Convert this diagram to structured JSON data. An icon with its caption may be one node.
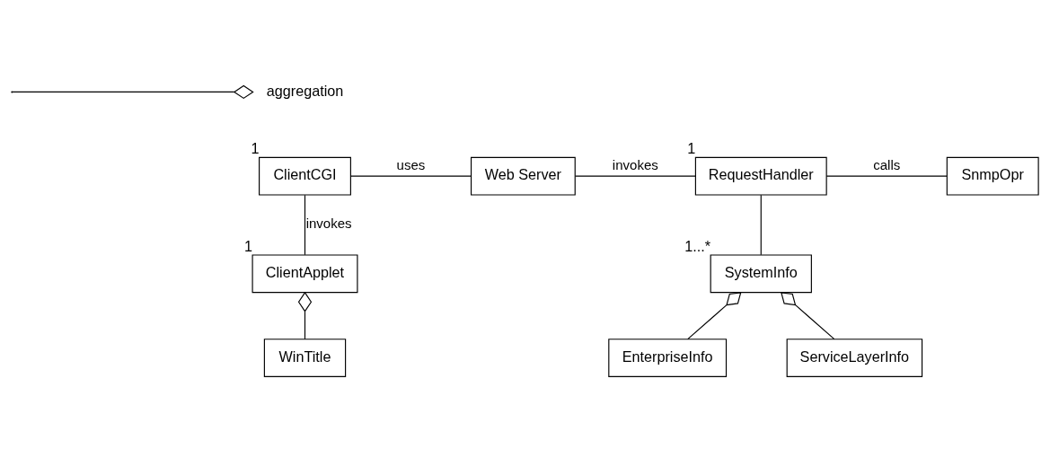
{
  "diagram": {
    "nodes": [
      {
        "text": [
          "ClientCGI"
        ],
        "beside": [
          "1"
        ]
      },
      {
        "text": [
          "Web Server"
        ]
      },
      {
        "text": [
          "RequestHandler"
        ],
        "beside": [
          "1"
        ]
      },
      {
        "text": [
          "SnmpOpr"
        ]
      },
      {
        "text": [
          "ClientApplet"
        ],
        "beside": [
          "1"
        ]
      },
      {
        "text": [
          "SystemInfo"
        ],
        "beside": [
          "1...*"
        ]
      },
      {
        "text": [
          "WinTitle"
        ]
      },
      {
        "text": [
          "EnterpriseInfo"
        ]
      },
      {
        "text": [
          "ServiceLayerInfo"
        ]
      }
    ],
    "edges": [
      {
        "from": 0,
        "to": 1,
        "arrow": "none",
        "label": "uses"
      },
      {
        "from": 1,
        "to": 2,
        "arrow": "none",
        "label": "invokes"
      },
      {
        "from": 2,
        "to": 3,
        "arrow": "none",
        "label": "calls"
      },
      {
        "from": 0,
        "to": 4,
        "arrow": "none",
        "label": "invokes"
      },
      {
        "from": 2,
        "to": 5,
        "arrow": "none"
      },
      {
        "from": 6,
        "to": 4,
        "arrow": "other"
      },
      {
        "from": 7,
        "to": 5,
        "arrow": "other"
      },
      {
        "from": 8,
        "to": 5,
        "arrow": "other"
      }
    ],
    "legend": [
      {
        "text": "aggregation"
      }
    ]
  }
}
